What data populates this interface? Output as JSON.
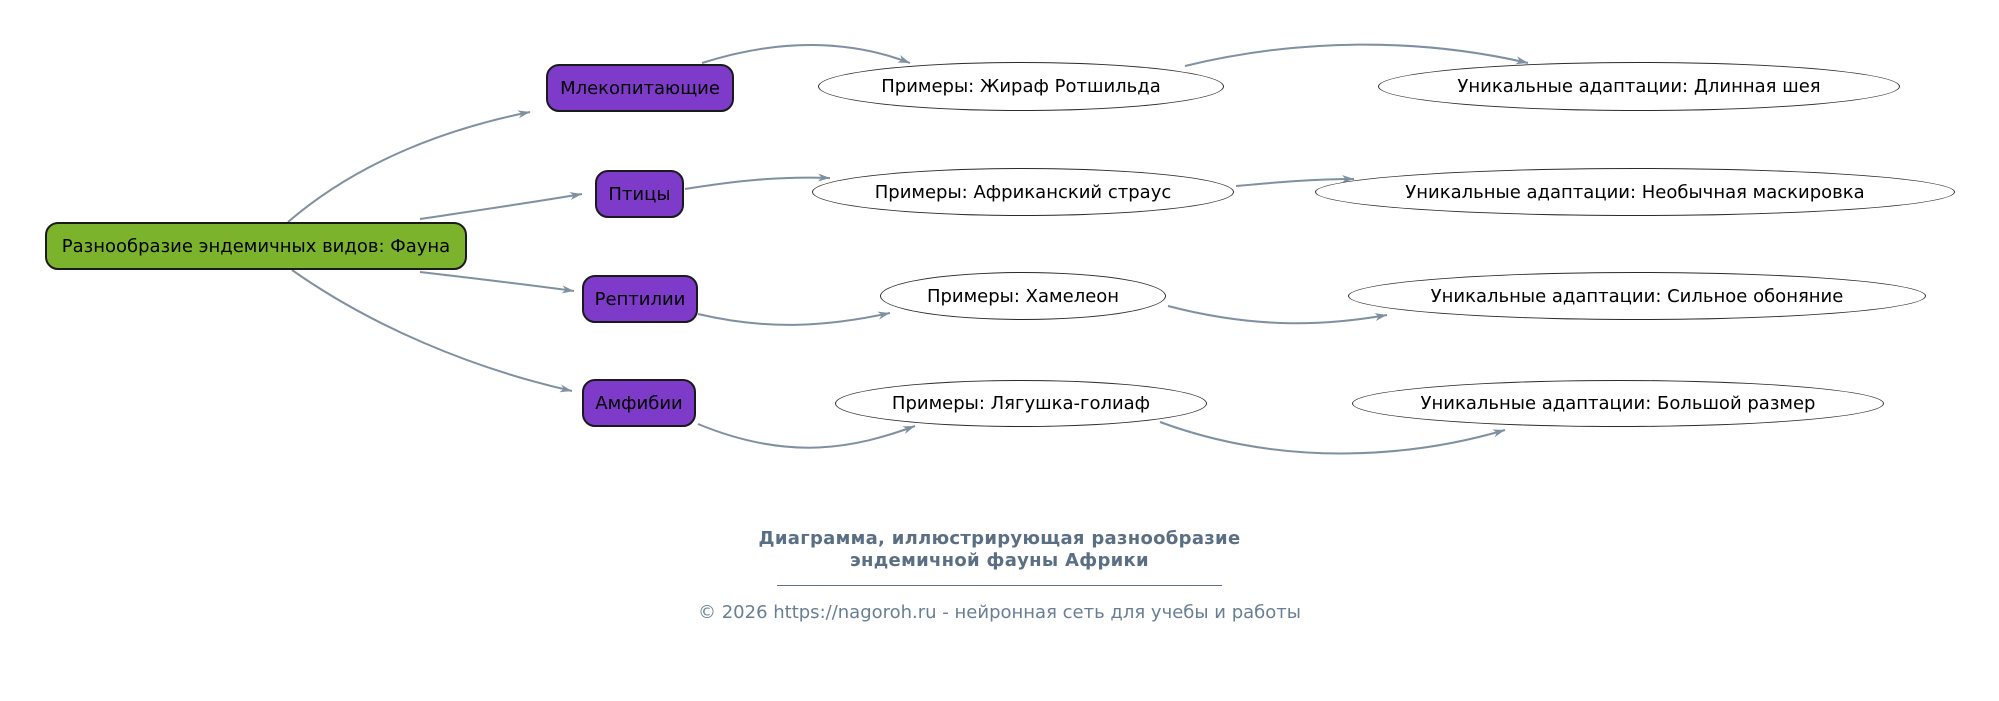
{
  "root": {
    "label": "Разнообразие эндемичных видов: Фауна"
  },
  "categories": [
    {
      "label": "Млекопитающие",
      "example": "Примеры: Жираф Ротшильда",
      "adaptation": "Уникальные адаптации: Длинная шея"
    },
    {
      "label": "Птицы",
      "example": "Примеры: Африканский страус",
      "adaptation": "Уникальные адаптации: Необычная маскировка"
    },
    {
      "label": "Рептилии",
      "example": "Примеры: Хамелеон",
      "adaptation": "Уникальные адаптации: Сильное обоняние"
    },
    {
      "label": "Амфибии",
      "example": "Примеры: Лягушка-голиаф",
      "adaptation": "Уникальные адаптации: Большой размер"
    }
  ],
  "footer": {
    "caption_line1": "Диаграмма, иллюстрирующая разнообразие",
    "caption_line2": "эндемичной фауны Африки",
    "copyright": "© 2026 https://nagoroh.ru - нейронная сеть для учебы и работы"
  },
  "colors": {
    "root_fill": "#7bb32c",
    "branch_fill": "#7e3ac9",
    "node_border": "#1a1a1a",
    "ellipse_border": "#2b2b2b",
    "edge": "#7f90a1",
    "caption_text": "#5a6e84",
    "copyright_text": "#687e94"
  }
}
